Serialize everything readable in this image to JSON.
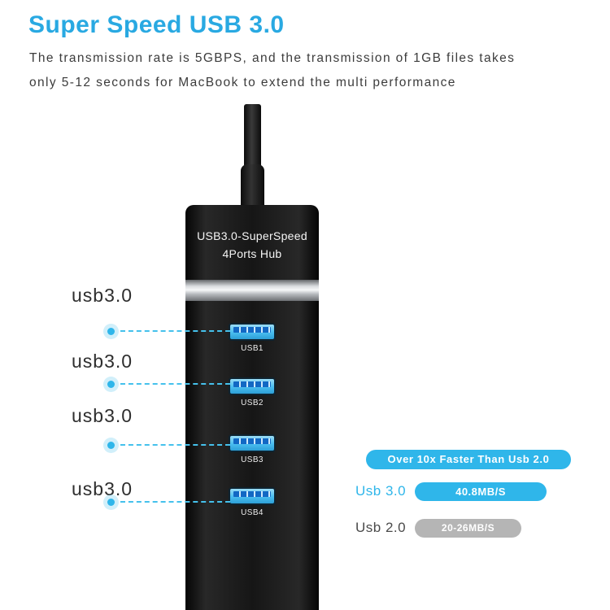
{
  "header": {
    "title": "Super Speed USB 3.0",
    "desc1": "The transmission rate is 5GBPS, and the transmission of 1GB files takes",
    "desc2": "only 5-12 seconds for MacBook to extend the multi performance"
  },
  "device": {
    "name1": "USB3.0-SuperSpeed",
    "name2": "4Ports Hub",
    "ports": [
      "USB1",
      "USB2",
      "USB3",
      "USB4"
    ]
  },
  "callouts": [
    "usb3.0",
    "usb3.0",
    "usb3.0",
    "usb3.0"
  ],
  "comparison": {
    "banner": "Over 10x Faster Than Usb 2.0",
    "rows": [
      {
        "label": "Usb 3.0",
        "value": "40.8MB/S",
        "color": "#2fb6ea"
      },
      {
        "label": "Usb 2.0",
        "value": "20-26MB/S",
        "color": "#b5b5b5"
      }
    ]
  },
  "colors": {
    "accent": "#2fb6ea",
    "title": "#29a9e2",
    "usb2_gray": "#b5b5b5",
    "device_black": "#161616"
  }
}
